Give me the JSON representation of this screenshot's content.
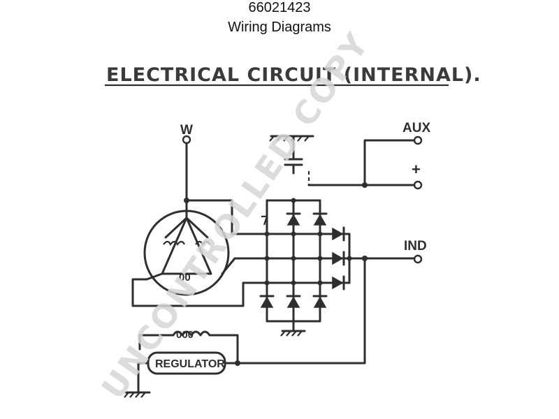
{
  "header": {
    "part_number": "66021423",
    "subtitle": "Wiring Diagrams"
  },
  "diagram": {
    "heading": "ELECTRICAL CIRCUIT (INTERNAL).",
    "labels": {
      "w": "W",
      "aux": "AUX",
      "plus": "+",
      "ind": "IND",
      "regulator": "REGULATOR",
      "field_coil": "000",
      "stator_coil": "00"
    },
    "watermark": "UNCONTROLLED COPY"
  },
  "colors": {
    "ink": "#2e2e2e",
    "watermark": "#d6d6d6",
    "background": "#ffffff"
  }
}
